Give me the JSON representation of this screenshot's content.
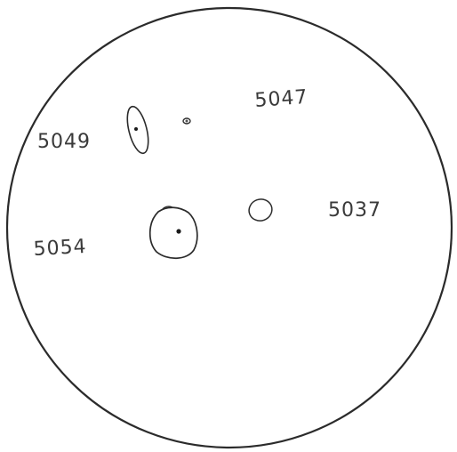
{
  "labels": {
    "spot_top_right": "5047",
    "spot_top_left": "5049",
    "spot_bottom_left": "5054",
    "spot_bottom_right": "5037"
  }
}
